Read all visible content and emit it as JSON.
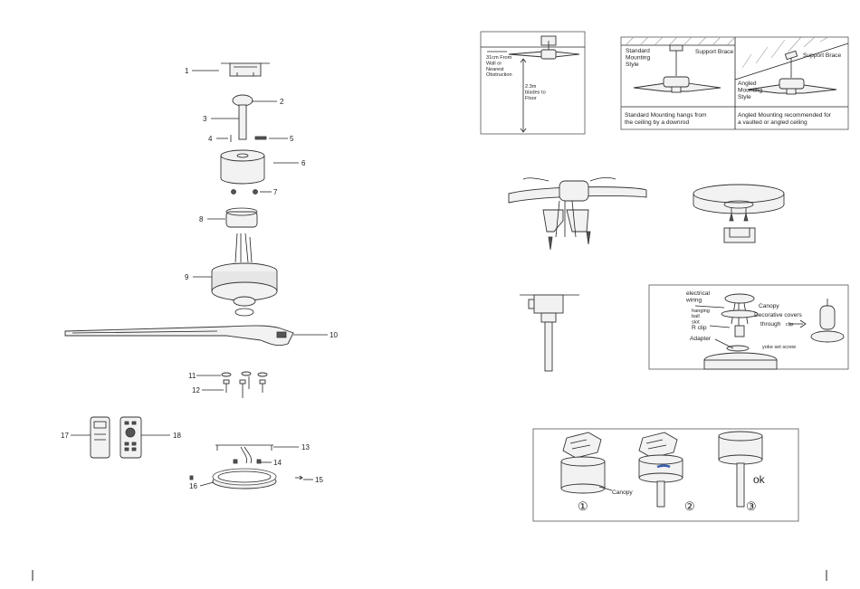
{
  "left_page": {
    "part_numbers": [
      "1",
      "2",
      "3",
      "4",
      "5",
      "6",
      "7",
      "8",
      "9",
      "10",
      "11",
      "12",
      "17",
      "18",
      "13",
      "14",
      "15",
      "16"
    ]
  },
  "right_page": {
    "clearance_figure": {
      "wall_label": "31cm From Wall or Nearest Obstruction",
      "floor_label": "2.3m blades to Floor"
    },
    "mounting_styles_figure": {
      "standard_style": "Standard Mounting Style",
      "support_brace_left": "Support Brace",
      "angled_style": "Angled Mounting Style",
      "support_brace_right": "Support Brace",
      "standard_caption": "Standard Mounting hangs from the ceiling by a downrod",
      "angled_caption": "Angled Mounting recommended for a vaulted or angled ceiling"
    },
    "wiring_figure": {
      "electrical_wiring": "electrical wiring",
      "canopy": "Canopy",
      "decorative_covers": "Decorative covers",
      "hanging_ball_slot": "hanging ball slot",
      "through": "through",
      "clip": "clip",
      "r_clip": "R clip",
      "adapter": "Adapter",
      "yoke_set_screw": "yoke set screw"
    },
    "steps_figure": {
      "canopy_label": "Canopy",
      "ok_label": "ok",
      "step_1": "①",
      "step_2": "②",
      "step_3": "③"
    }
  }
}
